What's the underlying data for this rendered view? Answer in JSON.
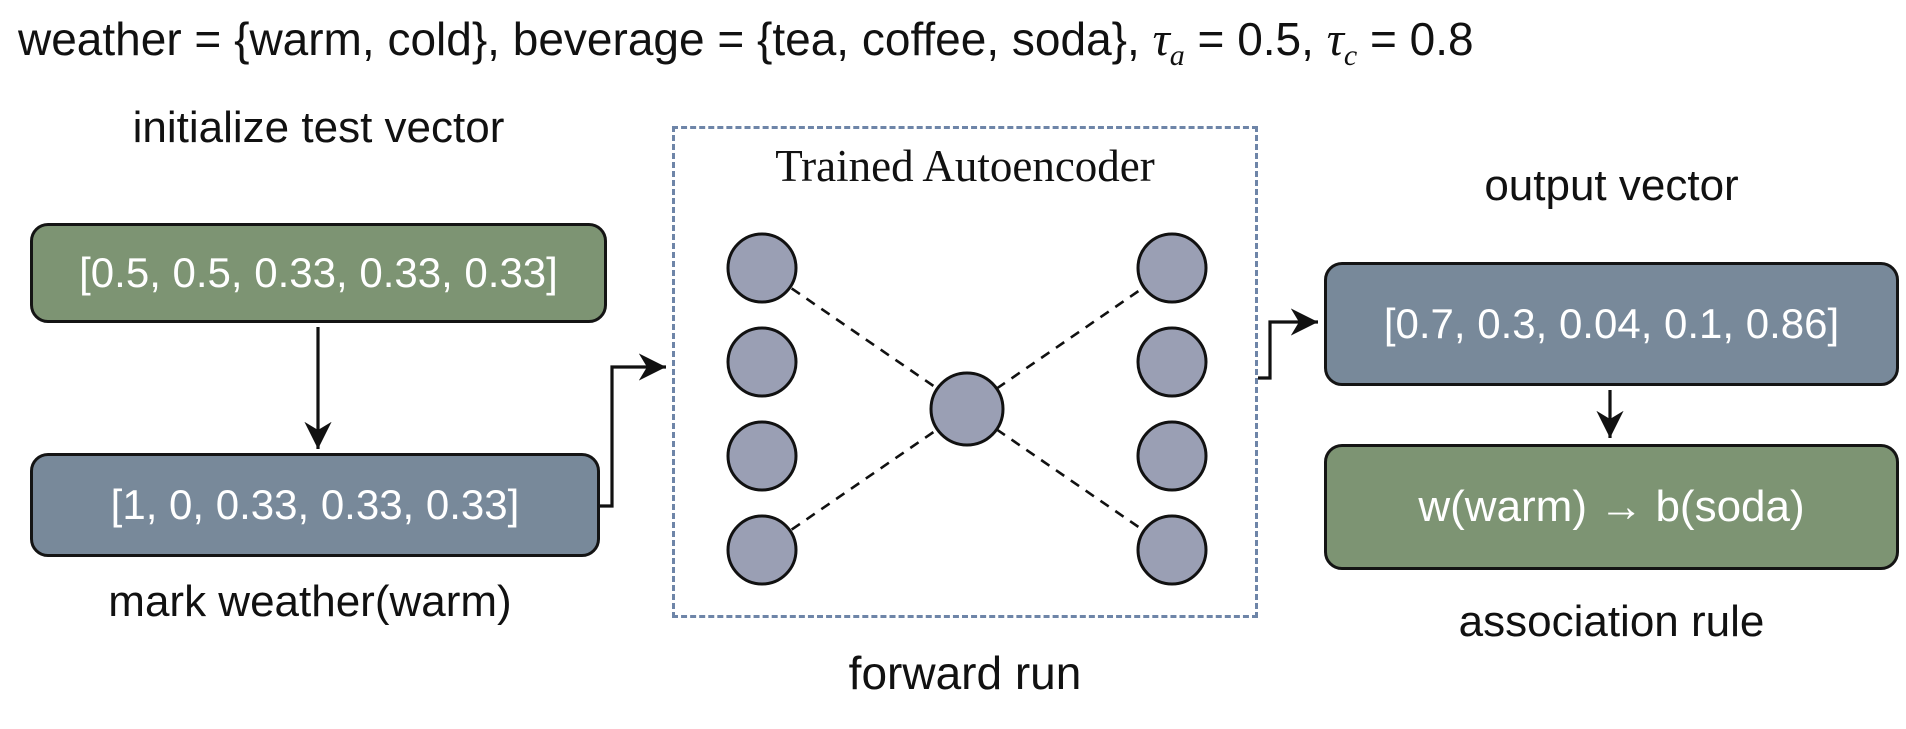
{
  "formula": {
    "sets_text": "weather = {warm, cold}, beverage = {tea, coffee, soda}, ",
    "tau_a": {
      "sym": "τ",
      "sub": "a",
      "eq": " = 0.5, "
    },
    "tau_c": {
      "sym": "τ",
      "sub": "c",
      "eq": " = 0.8"
    }
  },
  "left_flow": {
    "label_top": "initialize test vector",
    "test_vector": "[0.5, 0.5, 0.33, 0.33, 0.33]",
    "marked_vector": "[1, 0, 0.33, 0.33, 0.33]",
    "label_bottom": "mark weather(warm)"
  },
  "autoencoder": {
    "title": "Trained Autoencoder",
    "caption": "forward run",
    "layers": {
      "input": 4,
      "hidden": 1,
      "output": 4
    }
  },
  "right_flow": {
    "label_top": "output vector",
    "output_vector": "[0.7, 0.3, 0.04, 0.1, 0.86]",
    "rule": "w(warm) → b(soda)",
    "label_bottom": "association rule"
  },
  "colors": {
    "ink": "#111111",
    "green_box": "#7D9473",
    "slate_box": "#78899A",
    "node_fill": "#9A9FB4",
    "dashed_border": "#6E85A8",
    "box_text": "#FFFFFF"
  }
}
